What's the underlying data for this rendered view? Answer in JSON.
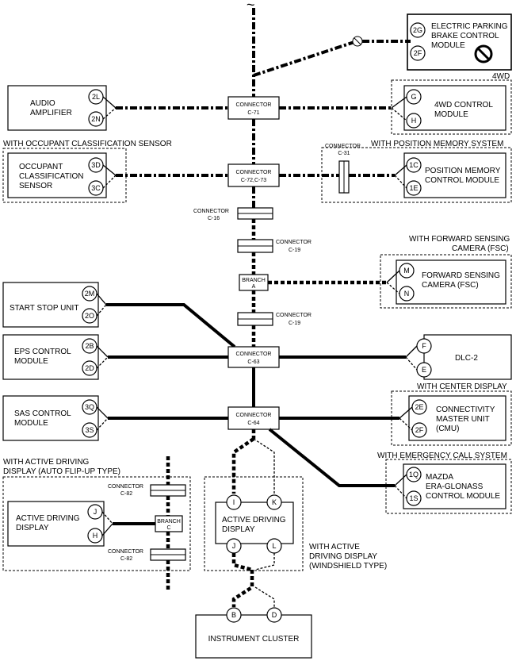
{
  "top_bus": {
    "break_mark": "~"
  },
  "epb": {
    "name": [
      "ELECTRIC PARKING",
      "BRAKE CONTROL",
      "MODULE"
    ],
    "pins": [
      "2G",
      "2F"
    ]
  },
  "fwd4": {
    "group": "4WD",
    "name": [
      "4WD CONTROL",
      "MODULE"
    ],
    "pins": [
      "G",
      "H"
    ]
  },
  "audio": {
    "name": [
      "AUDIO",
      "AMPLIFIER"
    ],
    "pins": [
      "2L",
      "2N"
    ]
  },
  "c71": {
    "name": [
      "CONNECTOR",
      "C-71"
    ]
  },
  "occupant": {
    "group": "WITH OCCUPANT CLASSIFICATION SENSOR",
    "name": [
      "OCCUPANT",
      "CLASSIFICATION",
      "SENSOR"
    ],
    "pins": [
      "3D",
      "3C"
    ]
  },
  "c72": {
    "name": [
      "CONNECTOR",
      "C-72,C-73"
    ]
  },
  "position": {
    "group": "WITH POSITION MEMORY SYSTEM",
    "connector": [
      "CONNECTOR",
      "C-31"
    ],
    "name": [
      "POSITION MEMORY",
      "CONTROL MODULE"
    ],
    "pins": [
      "1C",
      "1E"
    ]
  },
  "c16": {
    "name": [
      "CONNECTOR",
      "C-16"
    ]
  },
  "c19a": {
    "name": [
      "CONNECTOR",
      "C-19"
    ]
  },
  "branch_a": {
    "name": [
      "BRANCH",
      "A"
    ]
  },
  "fsc": {
    "group": [
      "WITH FORWARD SENSING",
      "CAMERA (FSC)"
    ],
    "name": [
      "FORWARD SENSING",
      "CAMERA (FSC)"
    ],
    "pins": [
      "M",
      "N"
    ]
  },
  "startstop": {
    "name": [
      "START STOP UNIT"
    ],
    "pins": [
      "2M",
      "2O"
    ]
  },
  "c19b": {
    "name": [
      "CONNECTOR",
      "C-19"
    ]
  },
  "eps": {
    "name": [
      "EPS CONTROL",
      "MODULE"
    ],
    "pins": [
      "2B",
      "2D"
    ]
  },
  "c63": {
    "name": [
      "CONNECTOR",
      "C-63"
    ]
  },
  "dlc": {
    "name": [
      "DLC-2"
    ],
    "pins": [
      "F",
      "E"
    ]
  },
  "sas": {
    "name": [
      "SAS CONTROL",
      "MODULE"
    ],
    "pins": [
      "3Q",
      "3S"
    ]
  },
  "c64": {
    "name": [
      "CONNECTOR",
      "C-64"
    ]
  },
  "cmu": {
    "group": "WITH CENTER DISPLAY",
    "name": [
      "CONNECTIVITY",
      "MASTER UNIT",
      "(CMU)"
    ],
    "pins": [
      "2E",
      "2F"
    ]
  },
  "era": {
    "group": "WITH EMERGENCY CALL SYSTEM",
    "name": [
      "MAZDA",
      "ERA-GLONASS",
      "CONTROL MODULE"
    ],
    "pins": [
      "1Q",
      "1S"
    ]
  },
  "add_flip": {
    "group": [
      "WITH ACTIVE DRIVING",
      "DISPLAY (AUTO FLIP-UP TYPE)"
    ],
    "name": [
      "ACTIVE DRIVING",
      "DISPLAY"
    ],
    "pins": [
      "J",
      "H"
    ],
    "conn_top": [
      "CONNECTOR",
      "C-82"
    ],
    "branch": [
      "BRANCH",
      "C"
    ],
    "conn_bot": [
      "CONNECTOR",
      "C-82"
    ]
  },
  "add_wind": {
    "group": [
      "WITH ACTIVE",
      "DRIVING DISPLAY",
      "(WINDSHIELD TYPE)"
    ],
    "name": [
      "ACTIVE DRIVING",
      "DISPLAY"
    ],
    "pins": [
      "I",
      "K",
      "J",
      "L"
    ]
  },
  "cluster": {
    "name": [
      "INSTRUMENT CLUSTER"
    ],
    "pins": [
      "B",
      "D"
    ]
  }
}
